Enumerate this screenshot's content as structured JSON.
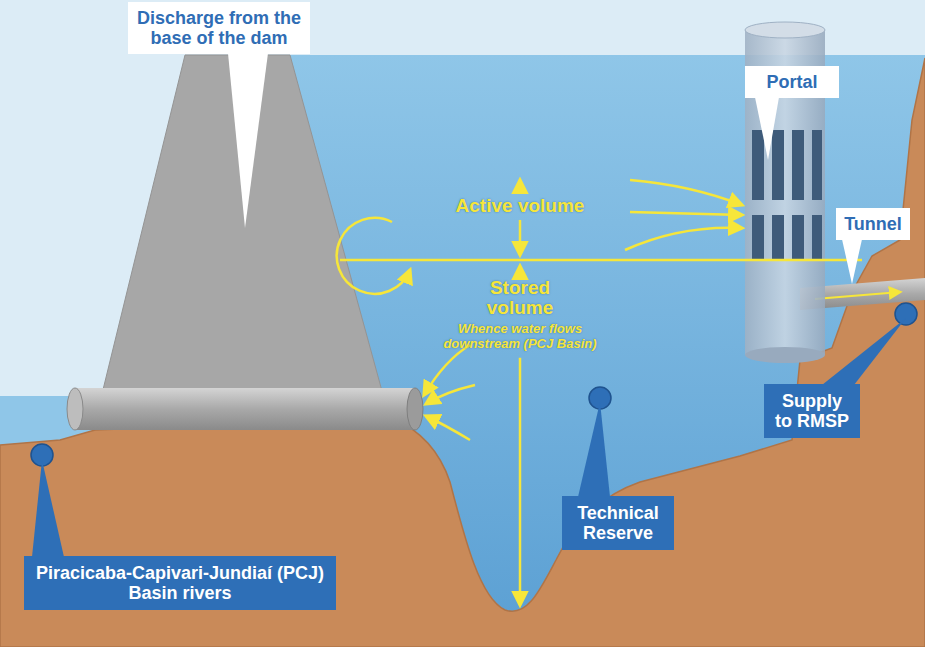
{
  "diagram": {
    "nodes": [
      {
        "text": [
          "Discharge from the base of the dam"
        ]
      },
      {
        "text": [
          "Portal"
        ]
      },
      {
        "text": [
          "Tunnel"
        ]
      },
      {
        "text": [
          "Supply to RMSP"
        ]
      },
      {
        "text": [
          "Technical Reserve"
        ]
      },
      {
        "text": [
          "Piracicaba-Capivari-Jundiaí (PCJ) Basin rivers"
        ]
      }
    ],
    "labels": [
      "Active volume",
      "Stored volume",
      "Whence water flows downstream (PCJ Basin)"
    ]
  }
}
